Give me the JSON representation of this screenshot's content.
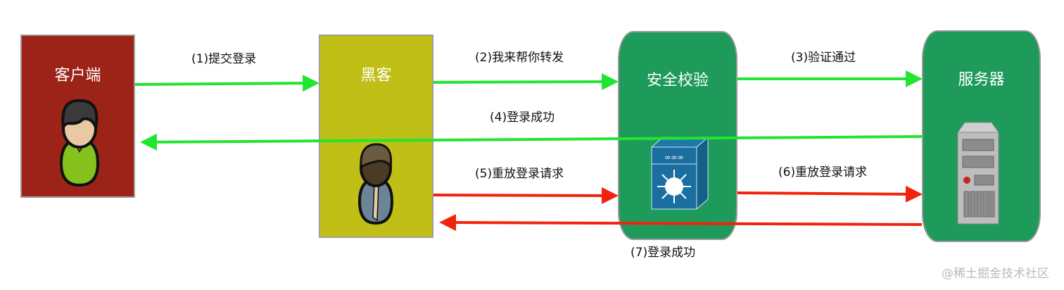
{
  "nodes": {
    "client": "客户端",
    "hacker": "黑客",
    "security": "安全校验",
    "server": "服务器"
  },
  "steps": [
    "(1)提交登录",
    "(2)我来帮你转发",
    "(3)验证通过",
    "(4)登录成功",
    "(5)重放登录请求",
    "(6)重放登录请求",
    "(7)登录成功"
  ],
  "watermark": "@稀土掘金技术社区",
  "colors": {
    "success": "#22e532",
    "replay": "#f2230e",
    "client": "#9b2318",
    "hacker": "#c0bf17",
    "security": "#1e9a5a",
    "server": "#1e9a5a"
  }
}
